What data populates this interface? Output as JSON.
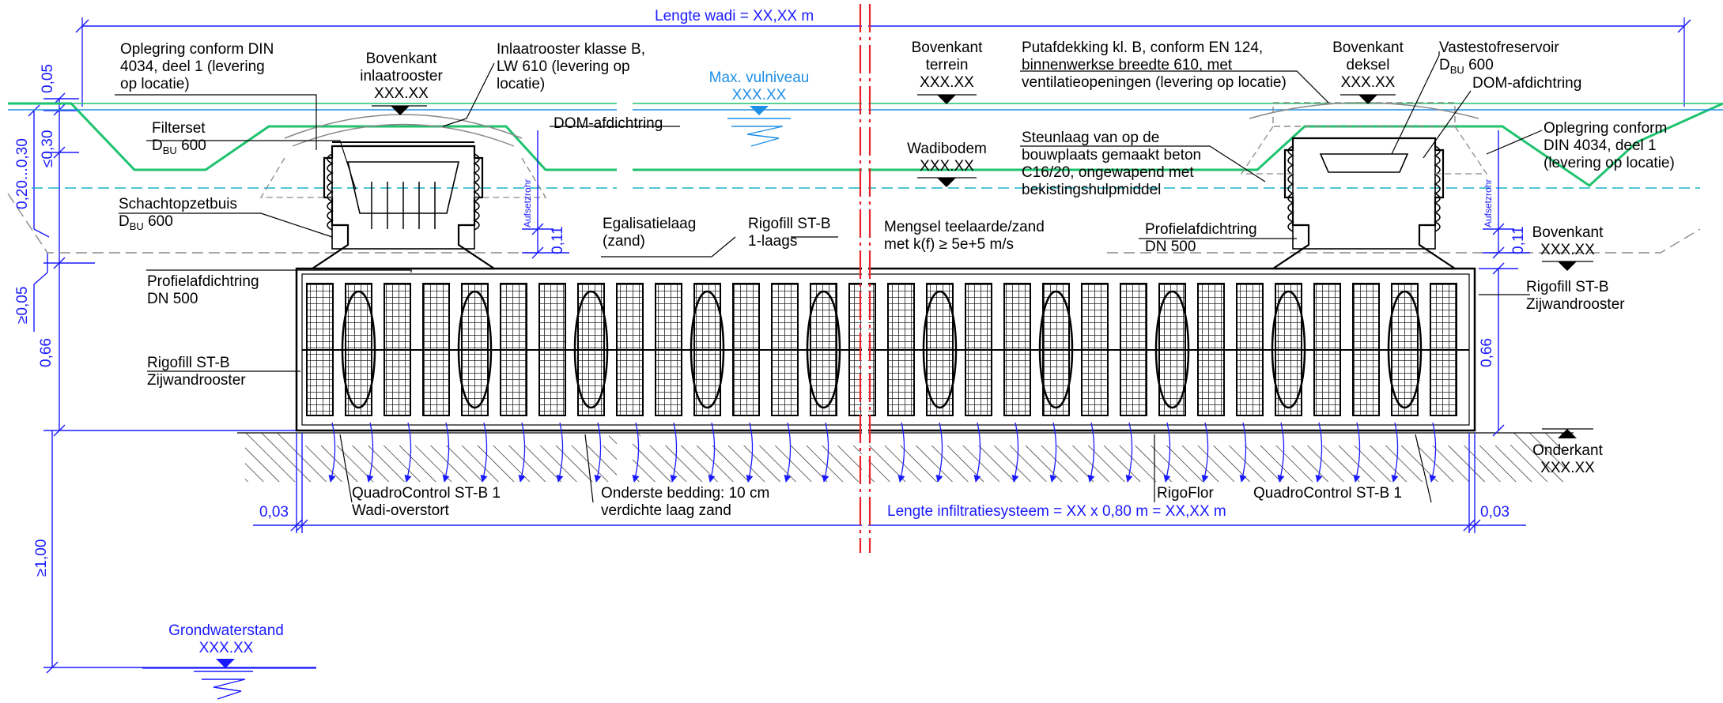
{
  "dimensions": {
    "lengte_wadi": "Lengte wadi = XX,XX m",
    "lengte_infiltratie": "Lengte infiltratiesysteem = XX x 0,80 m = XX,XX m",
    "d005": "0,05",
    "d030": "≤0,30",
    "d020_030": "0,20...0,30",
    "d_ge005": "≥0,05",
    "d066_left": "0,66",
    "d066_right": "0,66",
    "d011_left": "0,11",
    "d011_right": "0,11",
    "d003_left": "0,03",
    "d003_right": "0,03",
    "d_ge100": "≥1,00",
    "aufsetzrohr_left": "Aufsetzrohr",
    "aufsetzrohr_right": "Aufsetzrohr"
  },
  "labels": {
    "oplegring_left_1": "Oplegring conform DIN",
    "oplegring_left_2": "4034, deel 1  (levering",
    "oplegring_left_3": "op locatie)",
    "bovenkant_inlaat_1": "Bovenkant",
    "bovenkant_inlaat_2": "inlaatrooster",
    "bovenkant_inlaat_3": "XXX.XX",
    "inlaatrooster_1": "Inlaatrooster klasse B,",
    "inlaatrooster_2": "LW 610 (levering op",
    "inlaatrooster_3": "locatie)",
    "max_vulniveau_1": "Max. vulniveau",
    "max_vulniveau_2": "XXX.XX",
    "dom_left": "DOM-afdichtring",
    "filterset": "Filterset",
    "filterset_d": "D",
    "filterset_sub": "BU",
    "filterset_val": " 600",
    "schacht_1": "Schachtopzetbuis",
    "schacht_d": "D",
    "schacht_sub": "BU",
    "schacht_val": " 600",
    "egalisatie_1": "Egalisatielaag",
    "egalisatie_2": "(zand)",
    "rigofill_stb_1": "Rigofill ST-B",
    "rigofill_stb_2": "1-laags",
    "profiel_left_1": "Profielafdichtring",
    "profiel_left_2": "DN 500",
    "rigofill_left_1": "Rigofill ST-B",
    "rigofill_left_2": "Zijwandrooster",
    "quadro_left_1": "QuadroControl ST-B 1",
    "quadro_left_2": "Wadi-overstort",
    "onderste_1": "Onderste bedding: 10 cm",
    "onderste_2": "verdichte laag zand",
    "grondwater_1": "Grondwaterstand",
    "grondwater_2": "XXX.XX",
    "bovenkant_terrein_1": "Bovenkant",
    "bovenkant_terrein_2": "terrein",
    "bovenkant_terrein_3": "XXX.XX",
    "wadibodem_1": "Wadibodem",
    "wadibodem_2": "XXX.XX",
    "putafdekking_1": "Putafdekking kl. B, conform EN 124,",
    "putafdekking_2": "binnenwerkse breedte 610, met",
    "putafdekking_3": "ventilatieopeningen (levering op locatie)",
    "steunlaag_1": "Steunlaag van op de",
    "steunlaag_2": "bouwplaats gemaakt beton",
    "steunlaag_3": "C16/20, ongewapend met",
    "steunlaag_4": "bekistingshulpmiddel",
    "mengsel_1": "Mengsel teelaarde/zand",
    "mengsel_2": "met k(f) ≥ 5e+5 m/s",
    "profiel_right_1": "Profielafdichtring",
    "profiel_right_2": "DN 500",
    "bovenkant_deksel_1": "Bovenkant",
    "bovenkant_deksel_2": "deksel",
    "bovenkant_deksel_3": "XXX.XX",
    "vastestof_1": "Vastestofreservoir",
    "vastestof_d": "D",
    "vastestof_sub": "BU",
    "vastestof_val": " 600",
    "dom_right": "DOM-afdichtring",
    "oplegring_right_1": "Oplegring conform",
    "oplegring_right_2": "DIN 4034, deel 1",
    "oplegring_right_3": "(levering op locatie)",
    "bovenkant_right_1": "Bovenkant",
    "bovenkant_right_2": "XXX.XX",
    "rigofill_right_1": "Rigofill ST-B",
    "rigofill_right_2": "Zijwandrooster",
    "onderkant_1": "Onderkant",
    "onderkant_2": "XXX.XX",
    "rigoflor": "RigoFlor",
    "quadro_right": "QuadroControl ST-B 1"
  },
  "colors": {
    "green_terrain": "#1ec36e",
    "blue_dimension": "#1a1aff",
    "light_blue_water": "#1e8fe6",
    "cyan_dash": "#16b3c6",
    "red_break": "#e8212b",
    "line_black": "#000000",
    "gray": "#8a8a8a"
  }
}
